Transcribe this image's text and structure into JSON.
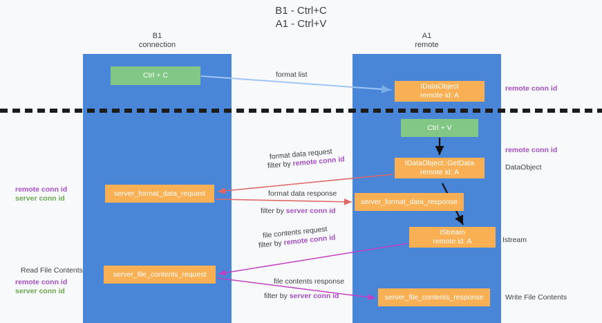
{
  "page": {
    "title": "B1 - Ctrl+C\nA1 - Ctrl+V",
    "background_color": "#f8f9fa"
  },
  "colors": {
    "lane": "#4a86d8",
    "node_green": "#82c785",
    "node_orange": "#f9b054",
    "remote_conn_id": "#a64fc4",
    "server_conn_id": "#6aa84f",
    "arrow_blue": "#9fc5f8",
    "arrow_red": "#e06666",
    "arrow_magenta": "#c23fc2",
    "arrow_black": "#000000",
    "divider": "#1c1c1c"
  },
  "lanes": [
    {
      "name": "b1",
      "title": "B1\nconnection"
    },
    {
      "name": "a1",
      "title": "A1\nremote"
    }
  ],
  "nodes": {
    "ctrl_c": "Ctrl + C",
    "idataobject": "IDataObject\nremote id: A",
    "ctrl_v": "Ctrl + V",
    "getdata": "IDataObject::GetData\nremote id: A",
    "server_format_data_request": "server_format_data_request",
    "server_format_data_response": "server_format_data_response",
    "istream": "IStream\nremote id: A",
    "server_file_contents_request": "server_file_contents_request",
    "server_file_contents_response": "server_file_contents_response"
  },
  "edge_labels": {
    "format_list": "format list",
    "format_data_request": "format data request",
    "format_data_request_filter_prefix": "filter by ",
    "format_data_request_filter_key": "remote conn id",
    "format_data_response": "format data response",
    "format_data_response_filter_prefix": "filter by ",
    "format_data_response_filter_key": "server conn id",
    "file_contents_request": "file contents request",
    "file_contents_request_filter_prefix": "filter by ",
    "file_contents_request_filter_key": "remote conn id",
    "file_contents_response": "file contents response",
    "file_contents_response_filter_prefix": "filter by ",
    "file_contents_response_filter_key": "server conn id"
  },
  "margin_notes": {
    "right_top_remote_conn_id": "remote conn id",
    "right_mid_remote_conn_id": "remote conn id",
    "right_dataobject": "DataObject",
    "right_istream": "Istream",
    "right_write_file_contents": "Write File Contents",
    "left_remote_conn_id": "remote conn id",
    "left_server_conn_id": "server conn id",
    "left_read_file_contents": "Read File Contents",
    "left_lower_remote_conn_id": "remote conn id",
    "left_lower_server_conn_id": "server conn id"
  }
}
